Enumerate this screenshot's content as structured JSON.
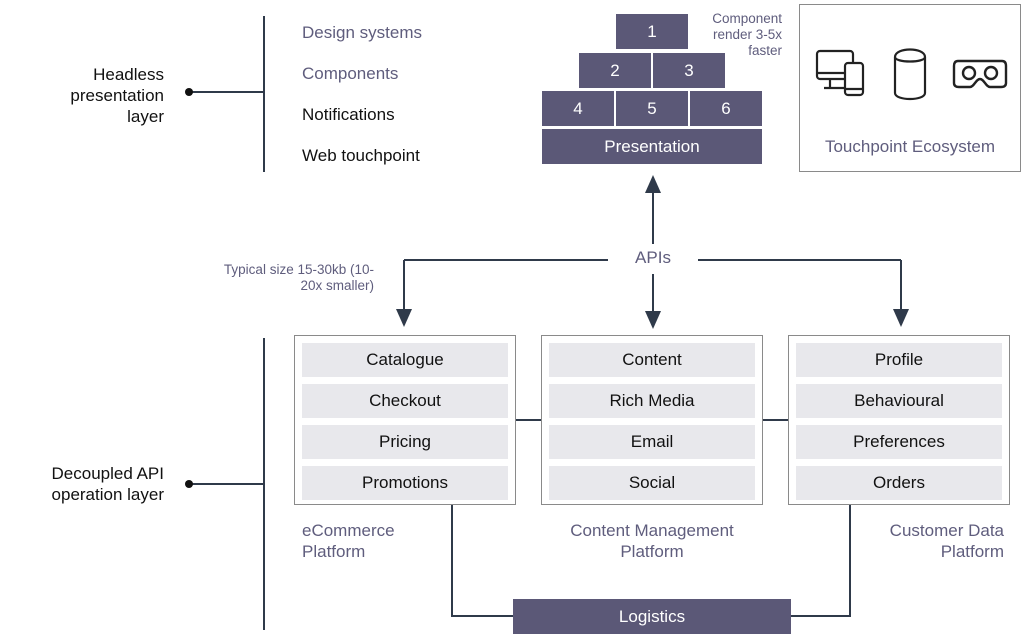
{
  "presentation_layer": {
    "label": "Headless\npresentation\nlayer",
    "items": [
      "Design systems",
      "Components",
      "Notifications",
      "Web touchpoint"
    ]
  },
  "operation_layer": {
    "label": "Decoupled API\noperation layer"
  },
  "pyramid": {
    "bricks": [
      "1",
      "2",
      "3",
      "4",
      "5",
      "6"
    ],
    "base": "Presentation",
    "note": "Component\nrender 3-5x\nfaster"
  },
  "touchpoints": {
    "label": "Touchpoint Ecosystem",
    "icons": [
      "desktop-mobile-icon",
      "smart-speaker-icon",
      "vr-headset-icon"
    ]
  },
  "apis": {
    "label": "APIs",
    "size_note": "Typical size 15-30kb (10-\n20x smaller)"
  },
  "platforms": [
    {
      "name": "eCommerce\nPlatform",
      "items": [
        "Catalogue",
        "Checkout",
        "Pricing",
        "Promotions"
      ]
    },
    {
      "name": "Content Management\nPlatform",
      "items": [
        "Content",
        "Rich Media",
        "Email",
        "Social"
      ]
    },
    {
      "name": "Customer Data\nPlatform",
      "items": [
        "Profile",
        "Behavioural",
        "Preferences",
        "Orders"
      ]
    }
  ],
  "logistics": {
    "label": "Logistics"
  },
  "colors": {
    "brick": "#5b5877",
    "line": "#2f3a4a",
    "muted_text": "#5f5d7d",
    "cell_bg": "#e8e8ec"
  }
}
